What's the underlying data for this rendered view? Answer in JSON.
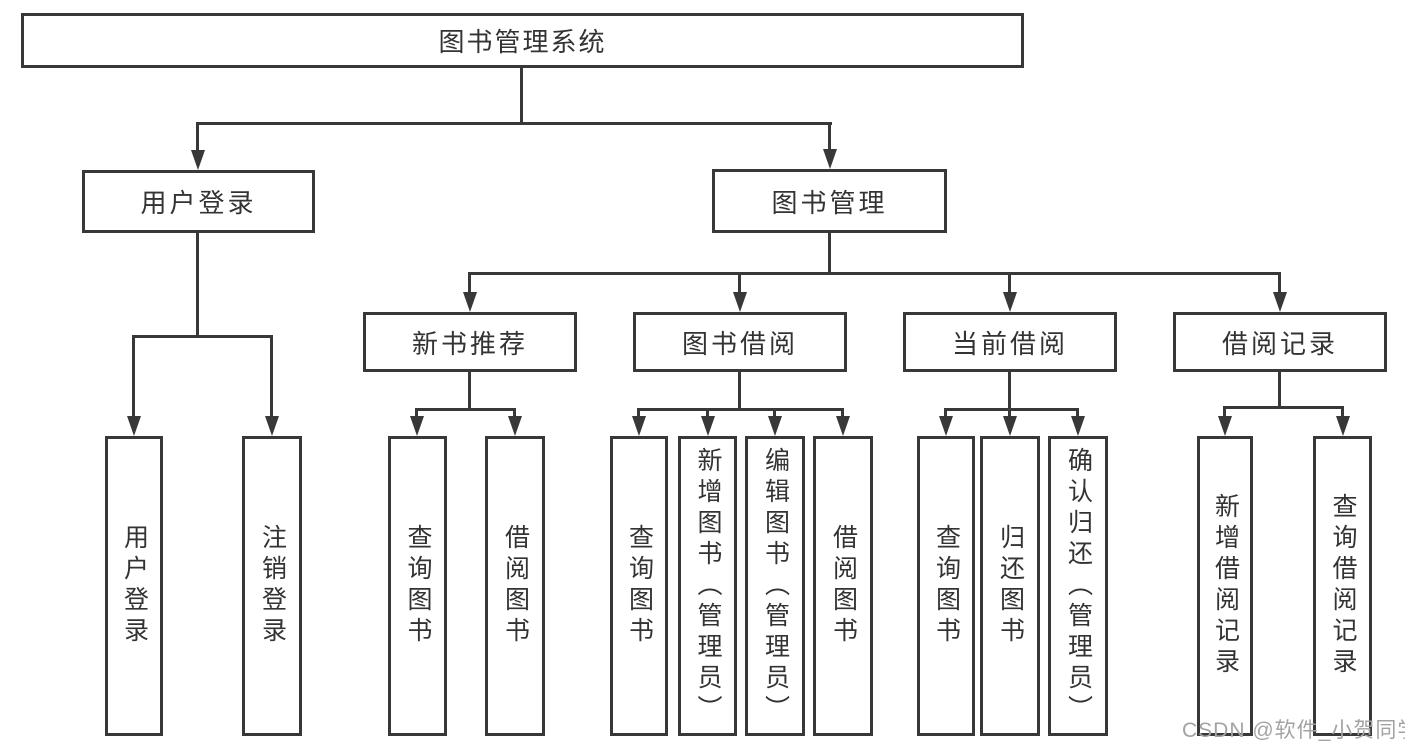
{
  "diagram": {
    "title": "图书管理系统",
    "level2": {
      "user_login": "用户登录",
      "book_mgmt": "图书管理"
    },
    "level3": {
      "new_books": "新书推荐",
      "book_borrow": "图书借阅",
      "current_borrow": "当前借阅",
      "borrow_records": "借阅记录"
    },
    "leaves": {
      "ul_login": "用户登录",
      "ul_logout": "注销登录",
      "nb_query": "查询图书",
      "nb_borrow": "借阅图书",
      "bb_query": "查询图书",
      "bb_add": "新增图书（管理员）",
      "bb_edit": "编辑图书（管理员）",
      "bb_borrow": "借阅图书",
      "cb_query": "查询图书",
      "cb_return": "归还图书",
      "cb_confirm": "确认归还（管理员）",
      "br_add": "新增借阅记录",
      "br_query": "查询借阅记录"
    }
  },
  "watermark": "CSDN @软件_小贺同学",
  "colors": {
    "line": "#383838",
    "text": "#333333",
    "watermark": "#a3a3a3",
    "background": "#ffffff"
  }
}
